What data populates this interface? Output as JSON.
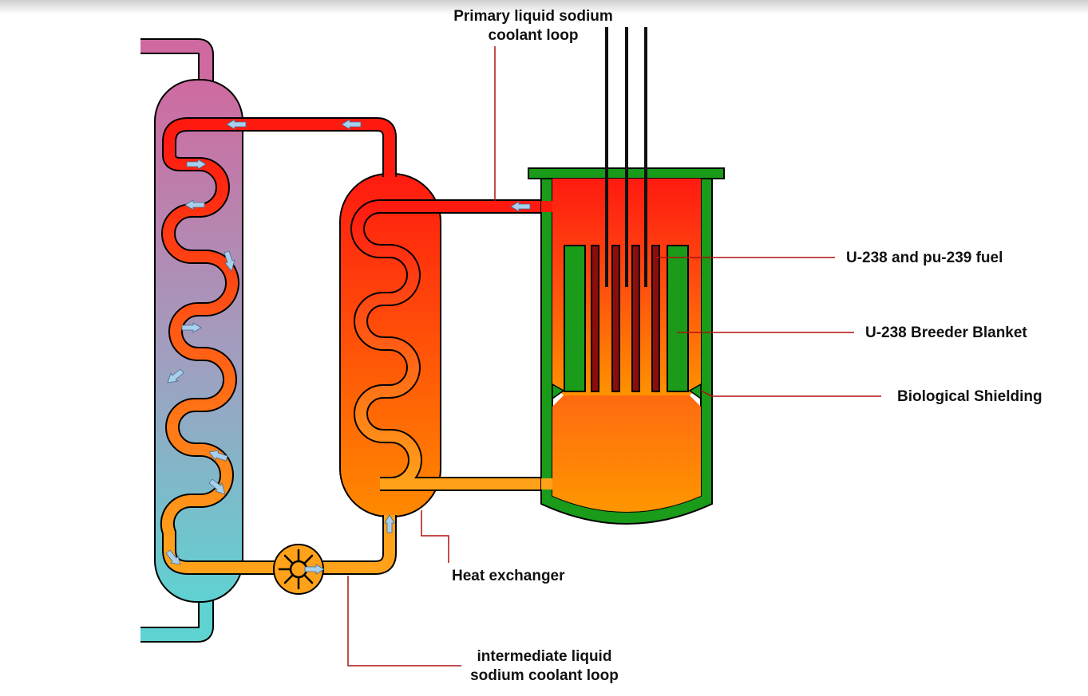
{
  "labels": {
    "primary_loop_line1": "Primary liquid sodium",
    "primary_loop_line2": "coolant loop",
    "fuel": "U-238 and pu-239 fuel",
    "breeder_blanket": "U-238 Breeder Blanket",
    "shielding": "Biological Shielding",
    "heat_exchanger": "Heat exchanger",
    "intermediate_loop_line1": "intermediate liquid",
    "intermediate_loop_line2": "sodium coolant loop"
  },
  "colors": {
    "primary_hot": "#ff1a10",
    "primary_cold": "#ff8c00",
    "shielding_green": "#1a9b1a",
    "steam_top": "#cf6aa0",
    "steam_bottom": "#5fcfcf",
    "pipe_orange": "#ffa21a",
    "arrow": "#a8d0ee",
    "leader_line": "#b01010"
  }
}
